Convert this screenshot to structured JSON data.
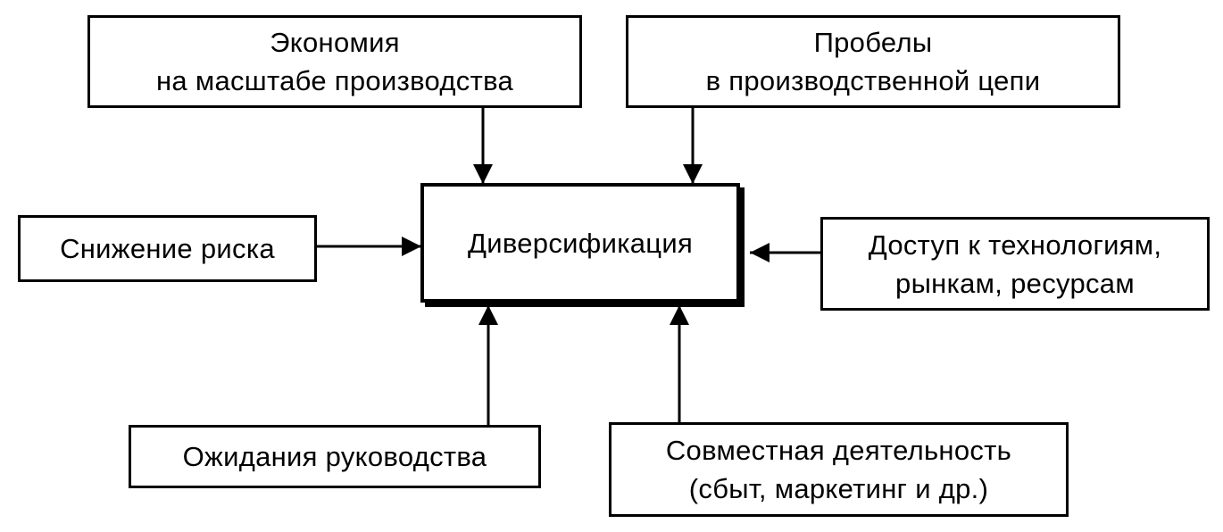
{
  "diagram": {
    "center": {
      "label": "Диверсификация"
    },
    "factors": {
      "economy": {
        "line1": "Экономия",
        "line2": "на масштабе производства"
      },
      "gaps": {
        "line1": "Пробелы",
        "line2": "в производственной цепи"
      },
      "risk": {
        "line1": "Снижение риска"
      },
      "access": {
        "line1": "Доступ к технологиям,",
        "line2": "рынкам, ресурсам"
      },
      "expectations": {
        "line1": "Ожидания руководства"
      },
      "joint": {
        "line1": "Совместная деятельность",
        "line2": "(сбыт, маркетинг и др.)"
      }
    }
  }
}
